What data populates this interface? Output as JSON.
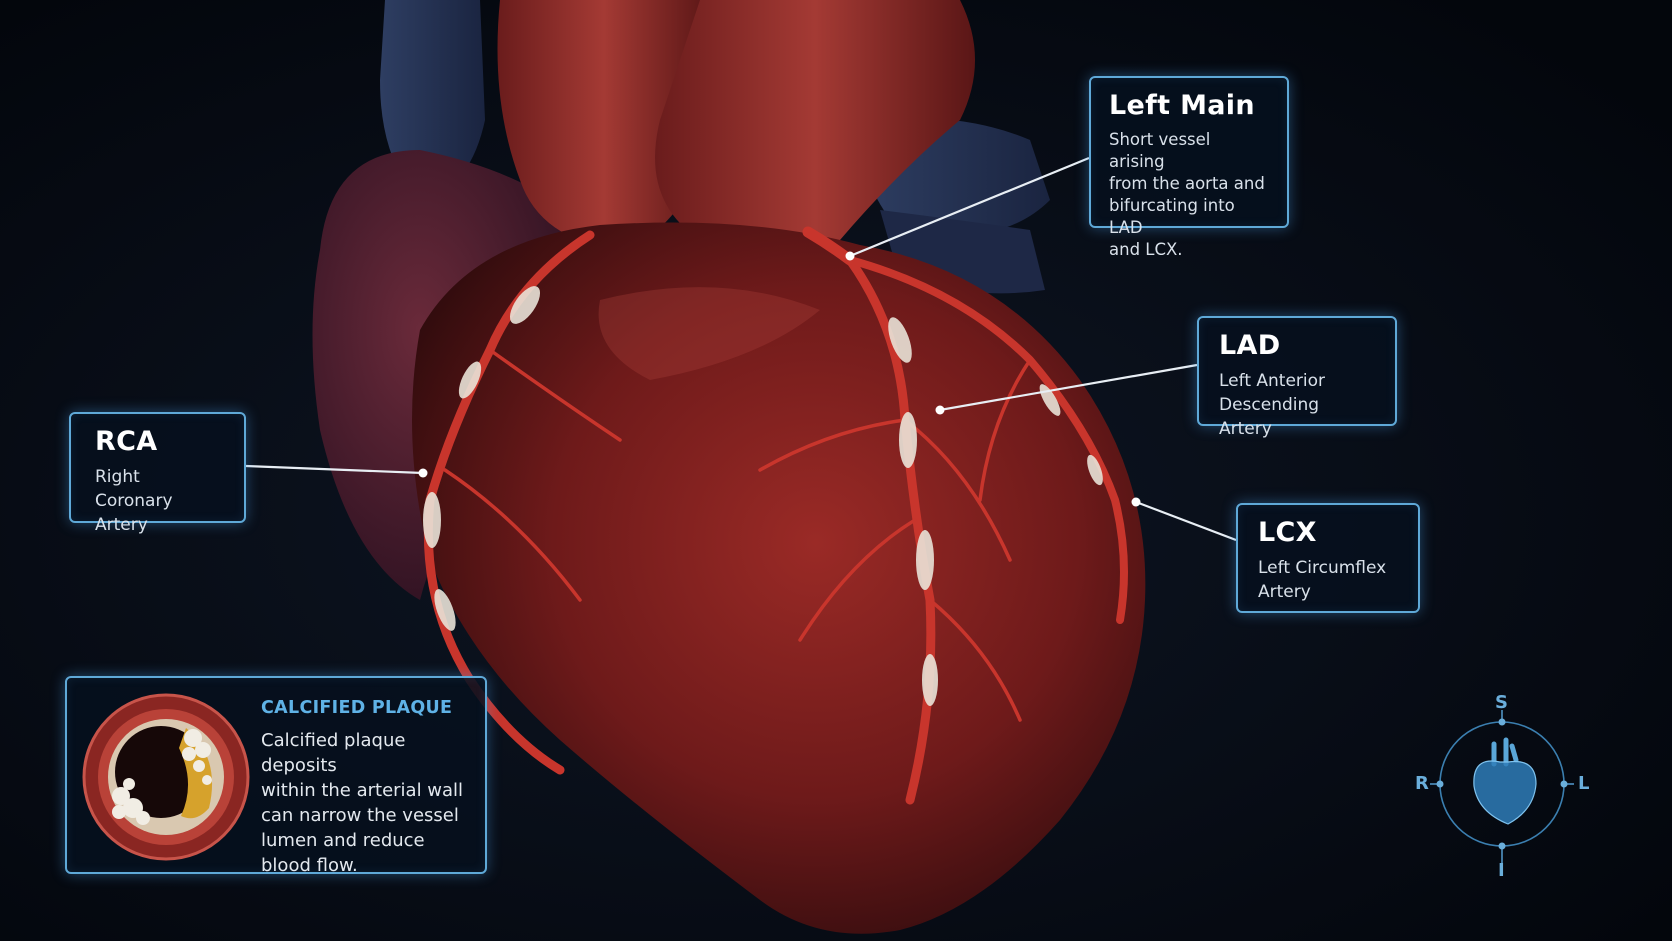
{
  "callouts": {
    "left_main": {
      "title": "Left Main",
      "desc": [
        "Short vessel arising",
        "from the aorta and",
        "bifurcating into LAD",
        "and LCX."
      ]
    },
    "lad": {
      "title": "LAD",
      "desc": [
        "Left Anterior",
        "Descending Artery"
      ]
    },
    "rca": {
      "title": "RCA",
      "desc": [
        "Right Coronary",
        "Artery"
      ]
    },
    "lcx": {
      "title": "LCX",
      "desc": [
        "Left Circumflex",
        "Artery"
      ]
    }
  },
  "plaque_panel": {
    "title": "CALCIFIED PLAQUE",
    "desc": [
      "Calcified plaque deposits",
      "within the arterial wall",
      "can narrow the vessel",
      "lumen and reduce",
      "blood flow."
    ]
  },
  "orientation": {
    "superior": "S",
    "inferior": "I",
    "right": "R",
    "left": "L"
  },
  "colors": {
    "background": "#05080f",
    "accent": "#5fa9d8",
    "heart": "#7a1e1c",
    "artery": "#c8352c",
    "plaque": "#e9e4d8"
  },
  "icons": {
    "orientation_glyph": "heart-icon"
  }
}
